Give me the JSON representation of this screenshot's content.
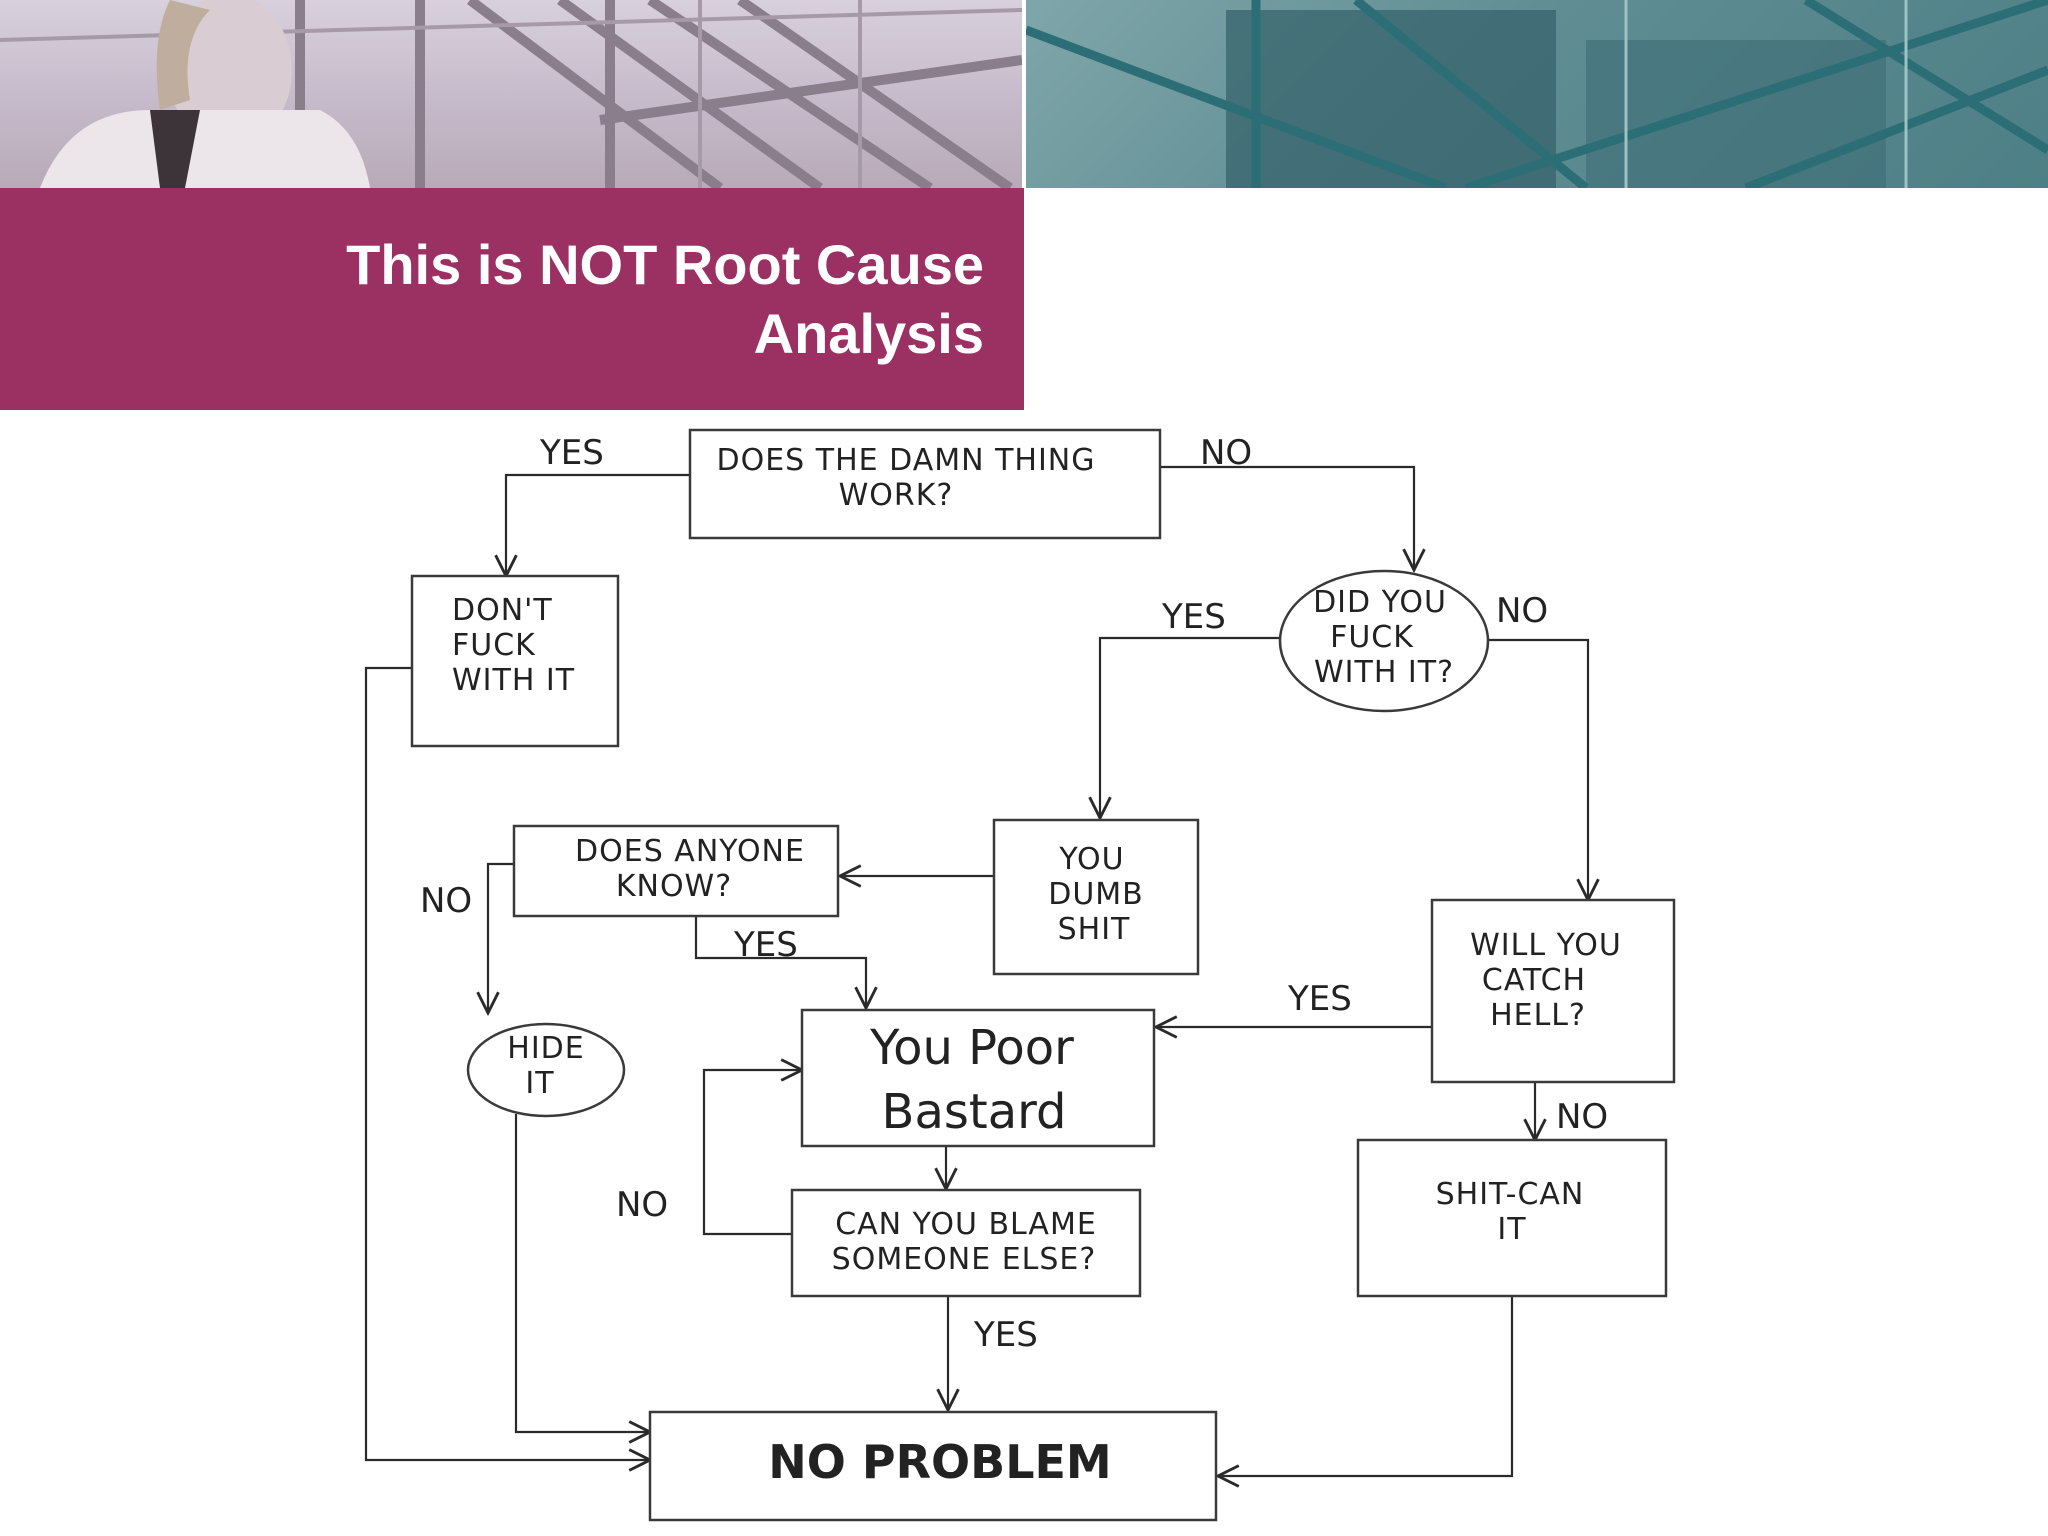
{
  "slide": {
    "title_line1": "This is NOT Root Cause",
    "title_line2": "Analysis"
  },
  "colors": {
    "banner": "#9b3163",
    "photo_left_tint": "#c4b8c8",
    "photo_right_tint": "#5f8d93"
  },
  "flowchart": {
    "nodes": {
      "works": [
        "DOES THE DAMN THING",
        "WORK?"
      ],
      "dont_touch": [
        "DON'T",
        "FUCK",
        "WITH IT"
      ],
      "fucked": [
        "DID YOU",
        "FUCK",
        "WITH IT?"
      ],
      "dumb": [
        "YOU",
        "DUMB",
        "SHIT"
      ],
      "anyone": [
        "DOES ANYONE",
        "KNOW?"
      ],
      "hide": [
        "HIDE",
        "IT"
      ],
      "poor": [
        "You Poor",
        "Bastard"
      ],
      "hell": [
        "WILL YOU",
        "CATCH",
        "HELL?"
      ],
      "blame": [
        "CAN YOU BLAME",
        "SOMEONE ELSE?"
      ],
      "shitcan": [
        "SHIT-CAN",
        "IT"
      ],
      "noprob": [
        "NO PROBLEM"
      ]
    },
    "edge_labels": {
      "works_yes": "YES",
      "works_no": "NO",
      "fucked_yes": "YES",
      "fucked_no": "NO",
      "anyone_no": "NO",
      "anyone_yes": "YES",
      "hell_yes": "YES",
      "hell_no": "NO",
      "blame_no": "NO",
      "blame_yes": "YES"
    }
  }
}
